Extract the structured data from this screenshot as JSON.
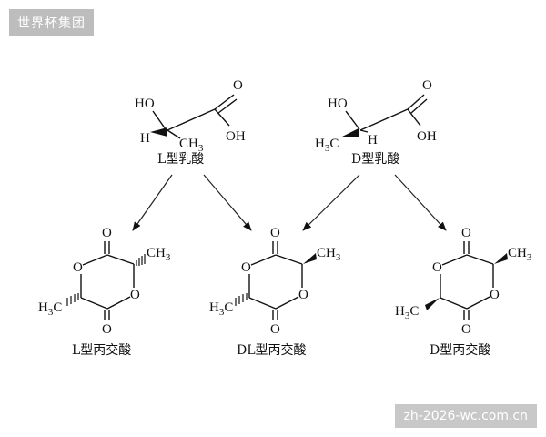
{
  "watermark_top": "世界杯集团",
  "watermark_bottom": "zh-2026-wc.com.cn",
  "atoms": {
    "ho": "HO",
    "o": "O",
    "oh": "OH",
    "h": "H",
    "c": "C",
    "h3": "H",
    "three": "3",
    "ring_o": "O"
  },
  "labels": {
    "l_lactic": "L型乳酸",
    "d_lactic": "D型乳酸",
    "l_lactide": "L型丙交酸",
    "dl_lactide": "DL型丙交酸",
    "d_lactide": "D型丙交酸"
  }
}
